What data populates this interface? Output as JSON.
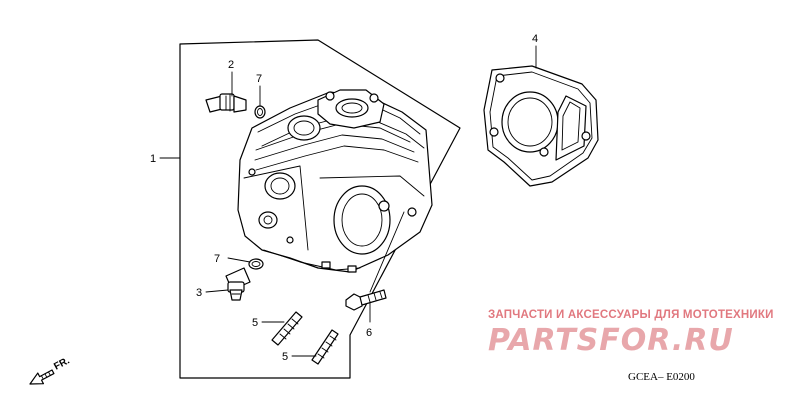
{
  "labels": {
    "p1": "1",
    "p2": "2",
    "p3": "3",
    "p4": "4",
    "p5a": "5",
    "p5b": "5",
    "p6": "6",
    "p7a": "7",
    "p7b": "7"
  },
  "watermark": {
    "tagline": "ЗАПЧАСТИ И АКСЕССУАРЫ ДЛЯ МОТОТЕХНИКИ",
    "brand": "PARTSFOR.RU",
    "color": "#e1787f"
  },
  "diagram_code": "GCEA– E0200",
  "direction_marker": "FR.",
  "icons": [
    "front-direction-arrow-icon"
  ]
}
